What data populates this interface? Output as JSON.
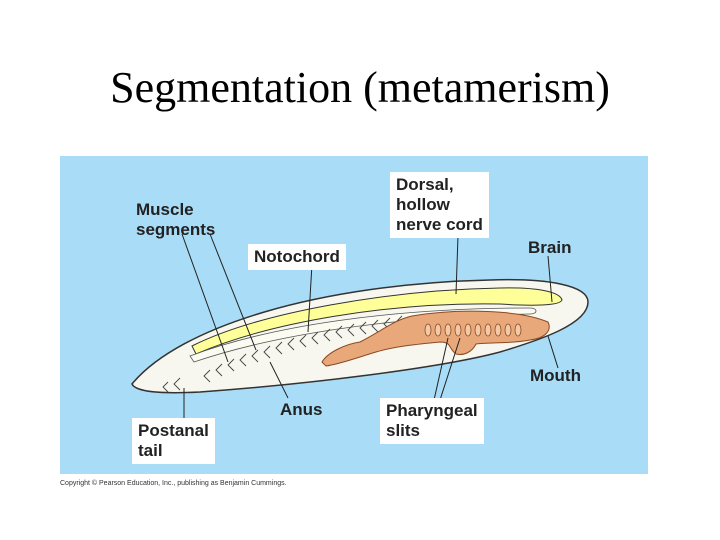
{
  "slide": {
    "title": "Segmentation (metamerism)"
  },
  "colors": {
    "background": "#a9dcf7",
    "body_fill": "#f7f7ef",
    "nerve_cord": "#ffff99",
    "gut": "#e9a87a",
    "label_box": "#ffffff"
  },
  "diagram": {
    "labels": {
      "muscle_segments": "Muscle\nsegments",
      "notochord": "Notochord",
      "dorsal_nerve_cord": "Dorsal,\nhollow\nnerve cord",
      "brain": "Brain",
      "mouth": "Mouth",
      "anus": "Anus",
      "pharyngeal_slits": "Pharyngeal\nslits",
      "postanal_tail": "Postanal\ntail"
    },
    "copyright": "Copyright © Pearson Education, Inc., publishing as Benjamin Cummings."
  }
}
